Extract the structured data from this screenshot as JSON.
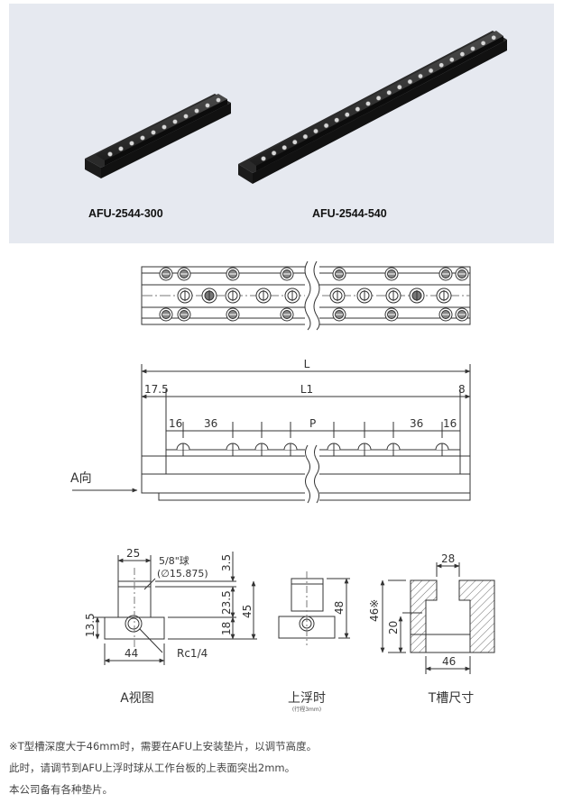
{
  "products": {
    "left_caption": "AFU-2544-300",
    "right_caption": "AFU-2544-540"
  },
  "top_view": {},
  "side_view": {
    "dim_L": "L",
    "dim_L1": "L1",
    "dim_left_offset": "17.5",
    "dim_right_offset": "8",
    "dim_pitch_left_a": "16",
    "dim_pitch_left_b": "36",
    "dim_pitch": "P",
    "dim_pitch_right_b": "36",
    "dim_pitch_right_a": "16",
    "view_arrow_label": "A向"
  },
  "a_view": {
    "dim_width_top": "25",
    "ball_label": "5/8\"球",
    "ball_dia": "(∅15.875)",
    "dim_3_5": "3.5",
    "dim_23_5": "23.5",
    "dim_18": "18",
    "dim_45": "45",
    "dim_13_5": "13.5",
    "dim_44": "44",
    "thread_label": "Rc1/4",
    "title": "A视图"
  },
  "float_view": {
    "dim_48": "48",
    "title": "上浮时",
    "subtitle": "(行程3mm)"
  },
  "tslot_view": {
    "dim_28": "28",
    "dim_46_mark": "46※",
    "dim_20": "20",
    "dim_46": "46",
    "title": "T槽尺寸"
  },
  "notes": [
    "※T型槽深度大于46mm时，需要在AFU上安装垫片，以调节高度。",
    "此时，请调节到AFU上浮时球从工作台板的上表面突出2mm。",
    "本公司备有各种垫片。"
  ]
}
